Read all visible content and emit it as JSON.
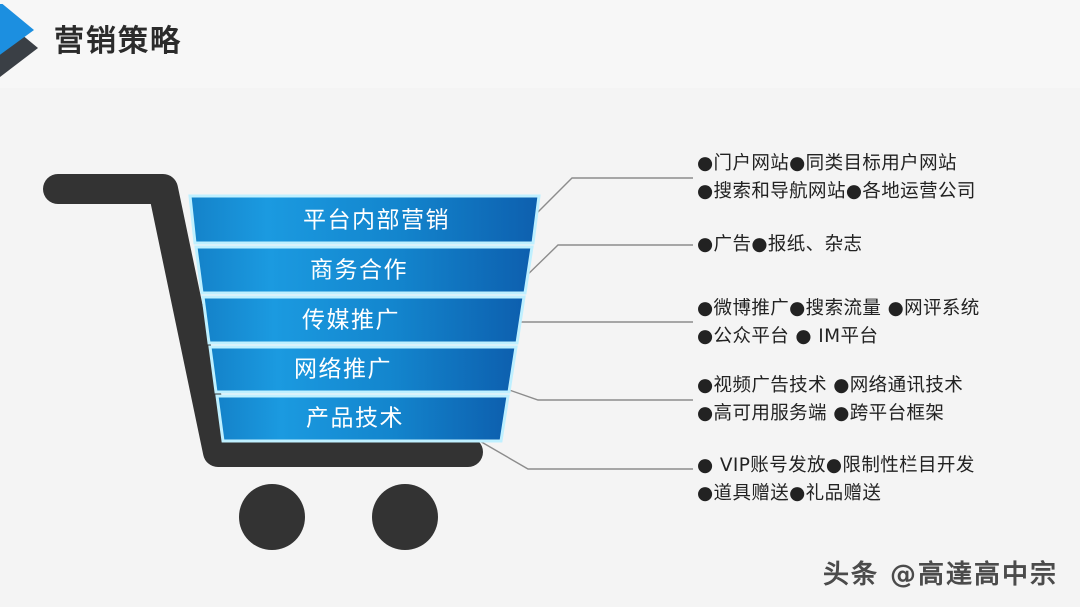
{
  "header": {
    "title": "营销策略",
    "logo_icon": "stacked-diamond-logo"
  },
  "colors": {
    "background": "#f4f4f4",
    "title_text": "#2b2b2b",
    "cart_dark": "#333333",
    "funnel_blue_light": "#1b9ae0",
    "funnel_blue_dark": "#0f63b4",
    "bar_outline": "#bff0ff",
    "leader_line": "#8c8c8c",
    "body_text": "#222222",
    "logo_blue": "#1c8fe0",
    "logo_dark": "#3a3f45"
  },
  "funnel": {
    "bars": [
      {
        "label": "平台内部营销"
      },
      {
        "label": "商务合作"
      },
      {
        "label": "传媒推广"
      },
      {
        "label": "网络推广"
      },
      {
        "label": "产品技术"
      }
    ]
  },
  "details": [
    {
      "for_bar": "平台内部营销",
      "lines": [
        "●门户网站●同类目标用户网站",
        "●搜索和导航网站●各地运营公司"
      ]
    },
    {
      "for_bar": "商务合作",
      "lines": [
        "●广告●报纸、杂志"
      ]
    },
    {
      "for_bar": "传媒推广",
      "lines": [
        "●微博推广●搜索流量 ●网评系统",
        "●公众平台 ● IM平台"
      ]
    },
    {
      "for_bar": "网络推广",
      "lines": [
        "●视频广告技术 ●网络通讯技术",
        "●高可用服务端 ●跨平台框架"
      ]
    },
    {
      "for_bar": "产品技术",
      "lines": [
        "● VIP账号发放●限制性栏目开发",
        "●道具赠送●礼品赠送"
      ]
    }
  ],
  "cart": {
    "icon": "shopping-cart-icon",
    "wheel_left_icon": "cart-wheel-icon",
    "wheel_right_icon": "cart-wheel-icon"
  },
  "watermark": {
    "text": "头条 @高達高中宗"
  }
}
